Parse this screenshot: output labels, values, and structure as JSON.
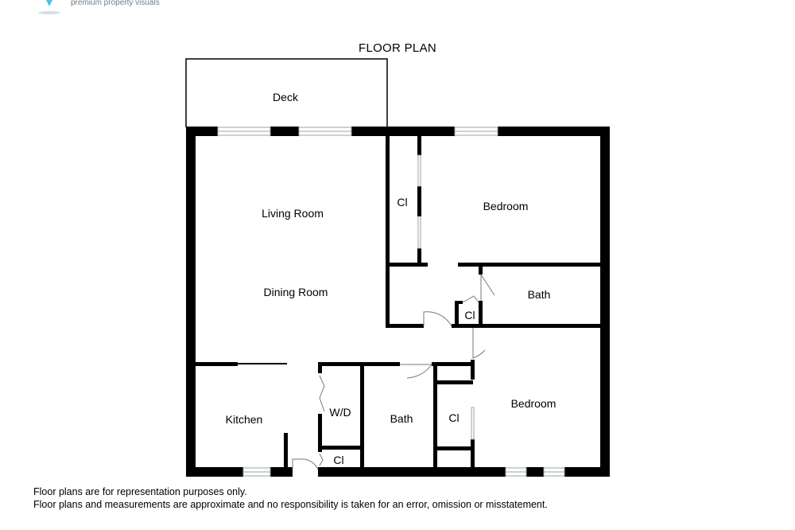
{
  "brand": {
    "tagline": "premium property visuals"
  },
  "title": "FLOOR PLAN",
  "rooms": {
    "deck": "Deck",
    "living_room": "Living Room",
    "dining_room": "Dining Room",
    "kitchen": "Kitchen",
    "bedroom_1": "Bedroom",
    "bedroom_2": "Bedroom",
    "bath_1": "Bath",
    "bath_2": "Bath",
    "wd": "W/D",
    "closet_1": "Cl",
    "closet_2": "Cl",
    "closet_3": "Cl",
    "closet_4": "Cl"
  },
  "disclaimer": {
    "line1": "Floor plans are for representation purposes only.",
    "line2": "Floor plans and measurements are approximate and no responsibility is taken for an error, omission or misstatement."
  },
  "colors": {
    "wall": "#000000",
    "window": "#c9ced3",
    "door": "#888888",
    "tagline": "#6a7f8e",
    "logo_accent": "#4fc3e6"
  }
}
